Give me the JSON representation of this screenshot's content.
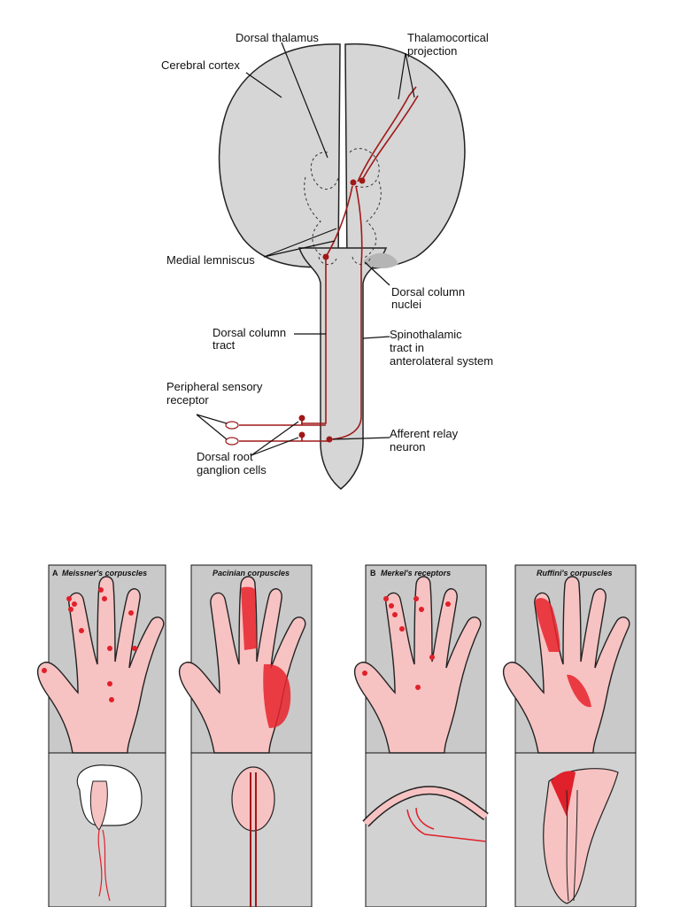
{
  "diagram": {
    "labels": {
      "cerebral_cortex": "Cerebral cortex",
      "dorsal_thalamus": "Dorsal thalamus",
      "thalamocortical_1": "Thalamocortical",
      "thalamocortical_2": "projection",
      "medial_lemniscus": "Medial lemniscus",
      "dorsal_column_nuclei_1": "Dorsal column",
      "dorsal_column_nuclei_2": "nuclei",
      "dorsal_column_tract_1": "Dorsal column",
      "dorsal_column_tract_2": "tract",
      "spinothalamic_1": "Spinothalamic",
      "spinothalamic_2": "tract in",
      "spinothalamic_3": "anterolateral system",
      "peripheral_1": "Peripheral sensory",
      "peripheral_2": "receptor",
      "afferent_1": "Afferent relay",
      "afferent_2": "neuron",
      "drg_1": "Dorsal root",
      "drg_2": "ganglion cells"
    },
    "colors": {
      "brain": "#d6d6d6",
      "nerve": "#a01818",
      "outline": "#222222"
    }
  },
  "panels": {
    "group_letters": {
      "a": "A",
      "b": "B"
    },
    "titles": [
      "Meissner's corpuscles",
      "Pacinian corpuscles",
      "Merkel's receptors",
      "Ruffini's corpuscles"
    ],
    "colors": {
      "skin": "#f7c2c2",
      "receptor": "#e0202a",
      "panel_bg": "#c9c9c9"
    }
  }
}
